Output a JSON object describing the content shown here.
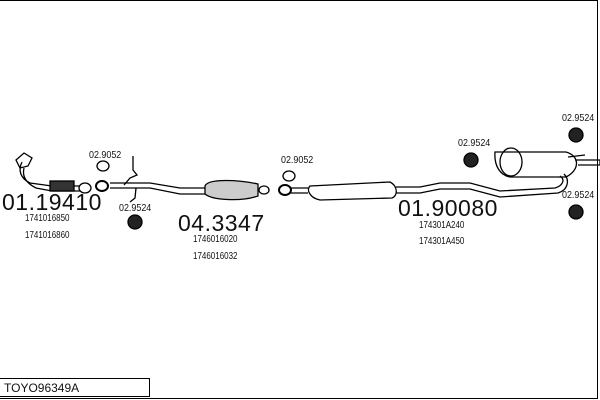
{
  "diagram_code": "TOYO96349A",
  "parts": [
    {
      "part_no": "01.19410",
      "oem": [
        "1741016850",
        "1741016860"
      ]
    },
    {
      "part_no": "04.3347",
      "oem": [
        "1746016020",
        "1746016032"
      ]
    },
    {
      "part_no": "01.90080",
      "oem": [
        "174301A240",
        "174301A450"
      ]
    }
  ],
  "fittings": {
    "gasket_front": "02.9052",
    "hanger_front": "02.9524",
    "gasket_mid": "02.9052",
    "hanger_mid": "02.9524",
    "hanger_rear_top": "02.9524",
    "hanger_rear_bottom": "02.9524"
  }
}
